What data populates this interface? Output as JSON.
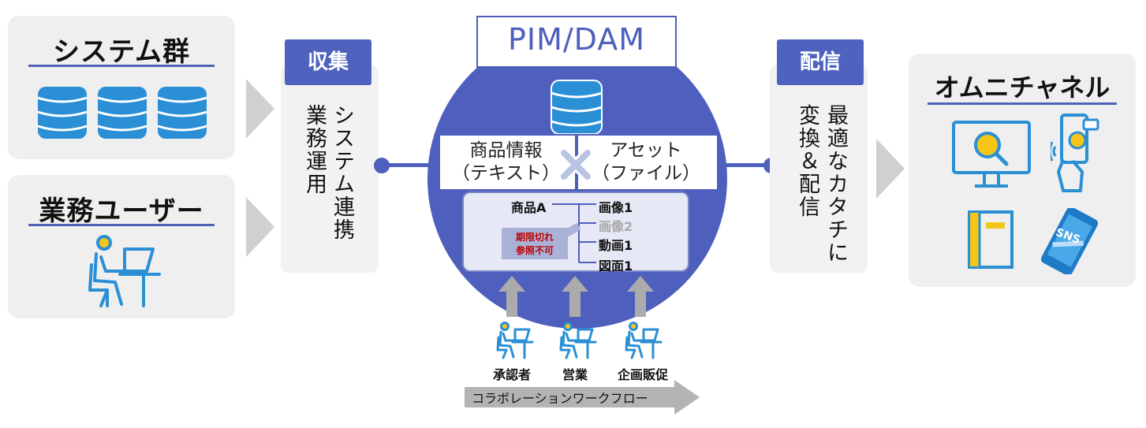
{
  "left": {
    "systems_title": "システム群",
    "users_title": "業務ユーザー"
  },
  "collect": {
    "label": "収集",
    "line1": "システム連携",
    "line2": "業務運用"
  },
  "center": {
    "title": "PIM/DAM",
    "product_info_l1": "商品情報",
    "product_info_l2": "（テキスト）",
    "asset_l1": "アセット",
    "asset_l2": "（ファイル）",
    "product_a": "商品A",
    "items": [
      "画像1",
      "画像2",
      "動画1",
      "図面1"
    ],
    "expired_l1": "期限切れ",
    "expired_l2": "参照不可",
    "roles": [
      "承認者",
      "営業",
      "企画販促"
    ],
    "workflow": "コラボレーションワークフロー"
  },
  "deliver": {
    "label": "配信",
    "line1": "最適なカタチに",
    "line2": "変換＆配信"
  },
  "omni": {
    "title": "オムニチャネル",
    "sns_label": "SNS"
  },
  "colors": {
    "primary": "#4e5fbd",
    "db": "#2a8fd4",
    "accent_yellow": "#f5c518",
    "expired_red": "#c00000",
    "panel_gray": "#efefef"
  }
}
